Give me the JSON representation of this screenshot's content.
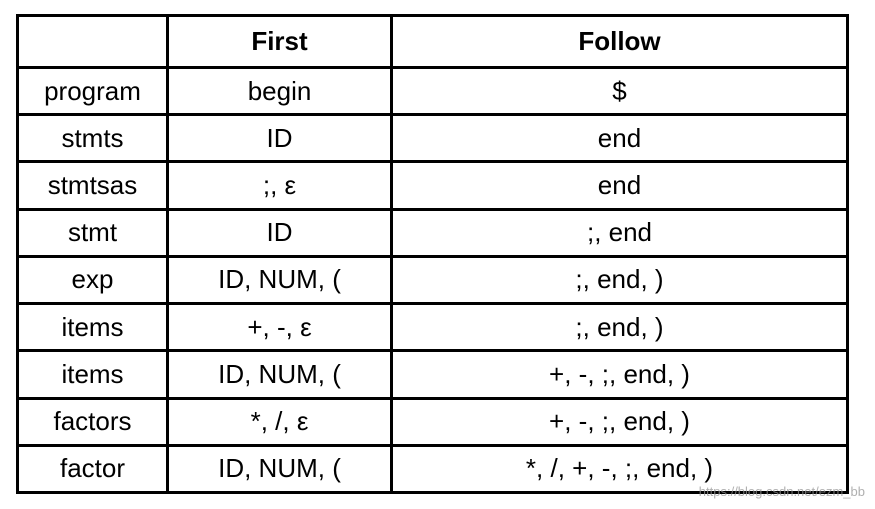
{
  "table": {
    "headers": [
      "",
      "First",
      "Follow"
    ],
    "rows": [
      {
        "symbol": "program",
        "first": "begin",
        "follow": "$"
      },
      {
        "symbol": "stmts",
        "first": "ID",
        "follow": "end"
      },
      {
        "symbol": "stmtsas",
        "first": ";, ε",
        "follow": "end"
      },
      {
        "symbol": "stmt",
        "first": "ID",
        "follow": ";, end"
      },
      {
        "symbol": "exp",
        "first": "ID, NUM, (",
        "follow": ";, end, )"
      },
      {
        "symbol": "items",
        "first": "+, -,  ε",
        "follow": ";, end, )"
      },
      {
        "symbol": "items",
        "first": "ID, NUM, (",
        "follow": "+, -, ;, end, )"
      },
      {
        "symbol": "factors",
        "first": "*, /,  ε",
        "follow": "+, -, ;, end, )"
      },
      {
        "symbol": "factor",
        "first": "ID, NUM, (",
        "follow": "*, /, +, -, ;, end, )"
      }
    ]
  },
  "watermark": "https://blog.csdn.net/ezm_bb"
}
